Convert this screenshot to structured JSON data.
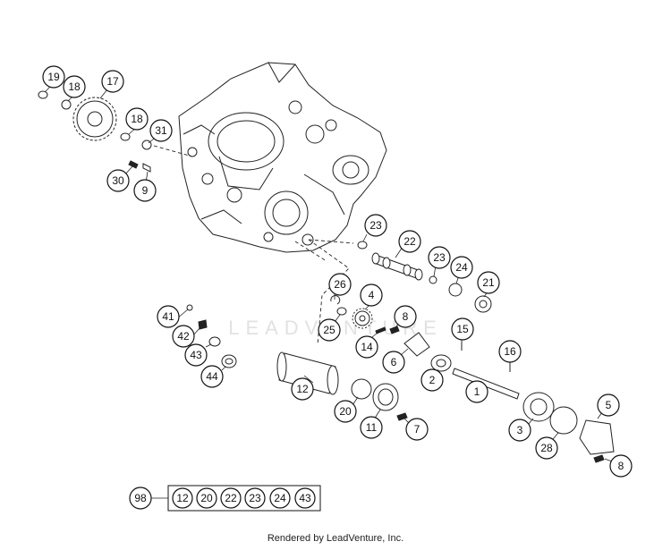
{
  "watermark": "LEADVENTURE",
  "callouts": [
    {
      "label": "19"
    },
    {
      "label": "18"
    },
    {
      "label": "17"
    },
    {
      "label": "18"
    },
    {
      "label": "31"
    },
    {
      "label": "30"
    },
    {
      "label": "9"
    },
    {
      "label": "23"
    },
    {
      "label": "22"
    },
    {
      "label": "23"
    },
    {
      "label": "24"
    },
    {
      "label": "21"
    },
    {
      "label": "26"
    },
    {
      "label": "4"
    },
    {
      "label": "8"
    },
    {
      "label": "25"
    },
    {
      "label": "14"
    },
    {
      "label": "15"
    },
    {
      "label": "41"
    },
    {
      "label": "42"
    },
    {
      "label": "43"
    },
    {
      "label": "44"
    },
    {
      "label": "6"
    },
    {
      "label": "16"
    },
    {
      "label": "2"
    },
    {
      "label": "12"
    },
    {
      "label": "1"
    },
    {
      "label": "20"
    },
    {
      "label": "5"
    },
    {
      "label": "11"
    },
    {
      "label": "3"
    },
    {
      "label": "7"
    },
    {
      "label": "28"
    },
    {
      "label": "8"
    }
  ],
  "kit": {
    "label": "98",
    "items": [
      "12",
      "20",
      "22",
      "23",
      "24",
      "43"
    ]
  },
  "footer": "Rendered by LeadVenture, Inc."
}
